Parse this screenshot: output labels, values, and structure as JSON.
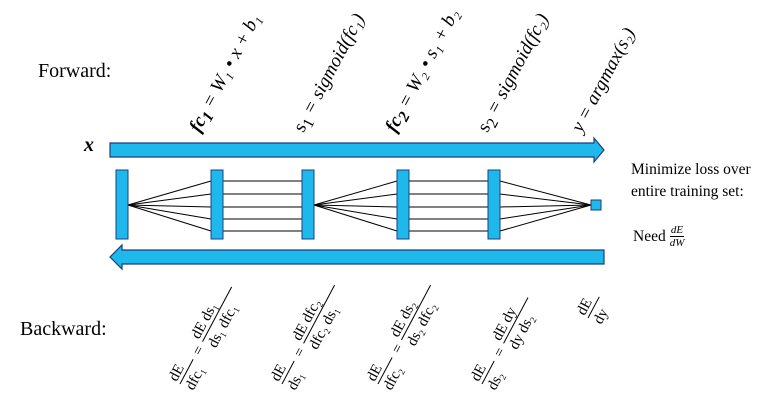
{
  "labels": {
    "forward": "Forward:",
    "backward": "Backward:",
    "x": "x"
  },
  "forward_equations": [
    {
      "lhs": "fc",
      "sub": "1",
      "rhs": " = W₁ • x + b₁"
    },
    {
      "lhs": "s",
      "sub": "1",
      "rhs": " = sigmoid(fc₁)"
    },
    {
      "lhs": "fc",
      "sub": "2",
      "rhs": " = W₂ • s₁ + b₂"
    },
    {
      "lhs": "s",
      "sub": "2",
      "rhs": " = sigmoid(fc₂)"
    },
    {
      "lhs": "y",
      "sub": "",
      "rhs": " = argmax(s₂)"
    }
  ],
  "side_note": {
    "line1": "Minimize loss over",
    "line2": "entire training set:",
    "need": "Need",
    "frac_num": "dE",
    "frac_den": "dW"
  },
  "backward_equations": [
    {
      "lhs_num": "dE",
      "lhs_den": "dfc₁",
      "rhs_num": "dE  ds₁",
      "rhs_den": "ds₁ dfc₁"
    },
    {
      "lhs_num": "dE",
      "lhs_den": "ds₁",
      "rhs_num": "dE  dfc₂",
      "rhs_den": "dfc₂ ds₁"
    },
    {
      "lhs_num": "dE",
      "lhs_den": "dfc₂",
      "rhs_num": "dE  ds₂",
      "rhs_den": "ds₂ dfc₂"
    },
    {
      "lhs_num": "dE",
      "lhs_den": "ds₂",
      "rhs_num": "dE  dy",
      "rhs_den": "dy ds₂"
    },
    {
      "lhs_num": "dE",
      "lhs_den": "dy",
      "rhs_num": "",
      "rhs_den": ""
    }
  ],
  "colors": {
    "arrow": "#1eb8ec",
    "layer": "#1eb8ec",
    "stroke": "#1a3f7a"
  }
}
